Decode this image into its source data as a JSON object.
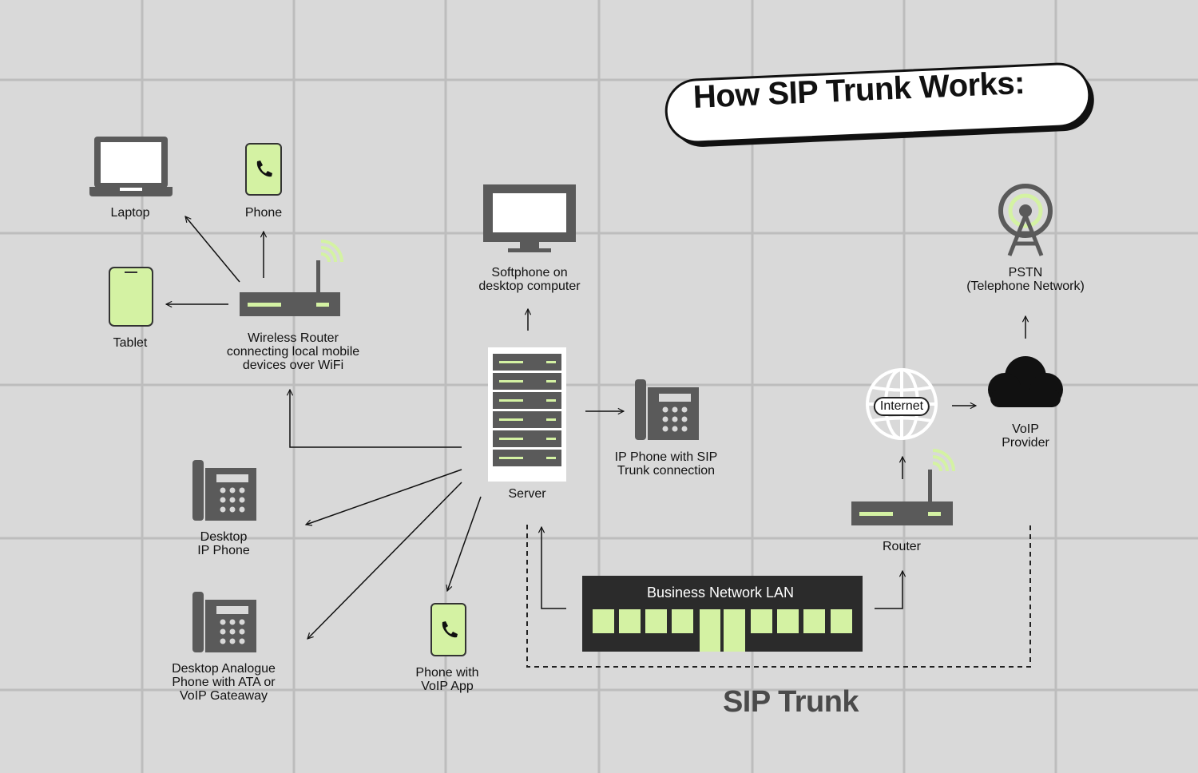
{
  "title": "How SIP Trunk Works:",
  "sip_trunk_label": "SIP Trunk",
  "lan": {
    "title": "Business Network LAN"
  },
  "internet_label": "Internet",
  "nodes": {
    "laptop": {
      "lines": [
        "Laptop"
      ]
    },
    "phone": {
      "lines": [
        "Phone"
      ]
    },
    "tablet": {
      "lines": [
        "Tablet"
      ]
    },
    "wireless_router": {
      "lines": [
        "Wireless Router",
        "connecting local mobile",
        "devices over WiFi"
      ]
    },
    "softphone": {
      "lines": [
        "Softphone on",
        "desktop computer"
      ]
    },
    "server": {
      "lines": [
        "Server"
      ]
    },
    "ip_phone": {
      "lines": [
        "IP Phone with SIP",
        "Trunk connection"
      ]
    },
    "desktop_ip_phone": {
      "lines": [
        "Desktop",
        "IP Phone"
      ]
    },
    "analogue_phone": {
      "lines": [
        "Desktop Analogue",
        "Phone with ATA or",
        "VoIP Gateaway"
      ]
    },
    "voip_app_phone": {
      "lines": [
        "Phone with",
        "VoIP App"
      ]
    },
    "router": {
      "lines": [
        "Router"
      ]
    },
    "voip_provider": {
      "lines": [
        "VoIP",
        "Provider"
      ]
    },
    "pstn": {
      "lines": [
        "PSTN",
        "(Telephone Network)"
      ]
    }
  },
  "colors": {
    "background": "#d9d9d9",
    "grid": "#bdbdbd",
    "device_dark": "#5a5a5a",
    "accent_green": "#d4f2a3",
    "lan_box": "#2b2b2b",
    "text": "#111111"
  }
}
